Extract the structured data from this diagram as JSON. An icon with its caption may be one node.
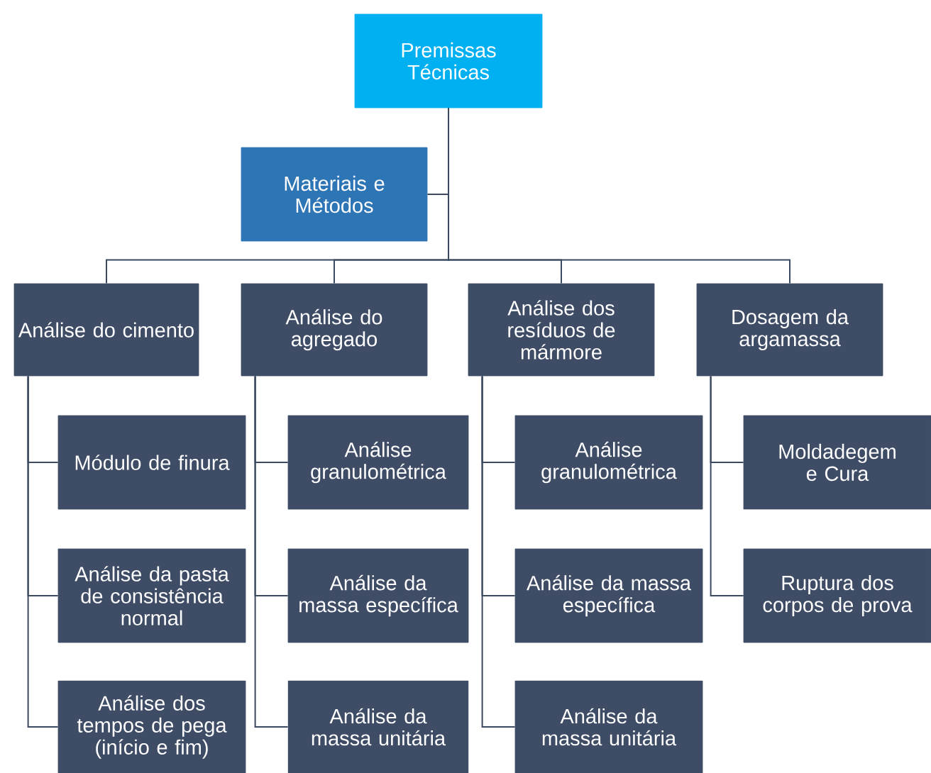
{
  "diagram": {
    "nodes": [
      {
        "text": [
          "Premissas Técnicas"
        ]
      },
      {
        "text": [
          "Materiais e Métodos"
        ]
      },
      {
        "text": [
          "Análise do cimento"
        ]
      },
      {
        "text": [
          "Análise do agregado"
        ]
      },
      {
        "text": [
          "Análise dos resíduos de mármore"
        ]
      },
      {
        "text": [
          "Dosagem da argamassa"
        ]
      },
      {
        "text": [
          "Módulo de finura"
        ]
      },
      {
        "text": [
          "Análise da pasta de consistência normal"
        ]
      },
      {
        "text": [
          "Análise dos tempos de pega (início e fim)"
        ]
      },
      {
        "text": [
          "Análise granulométrica"
        ]
      },
      {
        "text": [
          "Análise da massa específica"
        ]
      },
      {
        "text": [
          "Análise da massa unitária"
        ]
      },
      {
        "text": [
          "Análise granulométrica"
        ]
      },
      {
        "text": [
          "Análise da massa específica"
        ]
      },
      {
        "text": [
          "Análise da massa unitária"
        ]
      },
      {
        "text": [
          "Moldadegem e Cura"
        ]
      },
      {
        "text": [
          "Ruptura dos corpos de prova"
        ]
      }
    ],
    "edges": [
      {
        "from": 0,
        "to": 1,
        "arrow": "none"
      },
      {
        "from": 0,
        "to": 2,
        "arrow": "none"
      },
      {
        "from": 0,
        "to": 3,
        "arrow": "none"
      },
      {
        "from": 0,
        "to": 4,
        "arrow": "none"
      },
      {
        "from": 0,
        "to": 5,
        "arrow": "none"
      },
      {
        "from": 2,
        "to": 6,
        "arrow": "none"
      },
      {
        "from": 2,
        "to": 7,
        "arrow": "none"
      },
      {
        "from": 2,
        "to": 8,
        "arrow": "none"
      },
      {
        "from": 3,
        "to": 9,
        "arrow": "none"
      },
      {
        "from": 3,
        "to": 10,
        "arrow": "none"
      },
      {
        "from": 3,
        "to": 11,
        "arrow": "none"
      },
      {
        "from": 4,
        "to": 12,
        "arrow": "none"
      },
      {
        "from": 4,
        "to": 13,
        "arrow": "none"
      },
      {
        "from": 4,
        "to": 14,
        "arrow": "none"
      },
      {
        "from": 5,
        "to": 15,
        "arrow": "none"
      },
      {
        "from": 5,
        "to": 16,
        "arrow": "none"
      }
    ]
  }
}
